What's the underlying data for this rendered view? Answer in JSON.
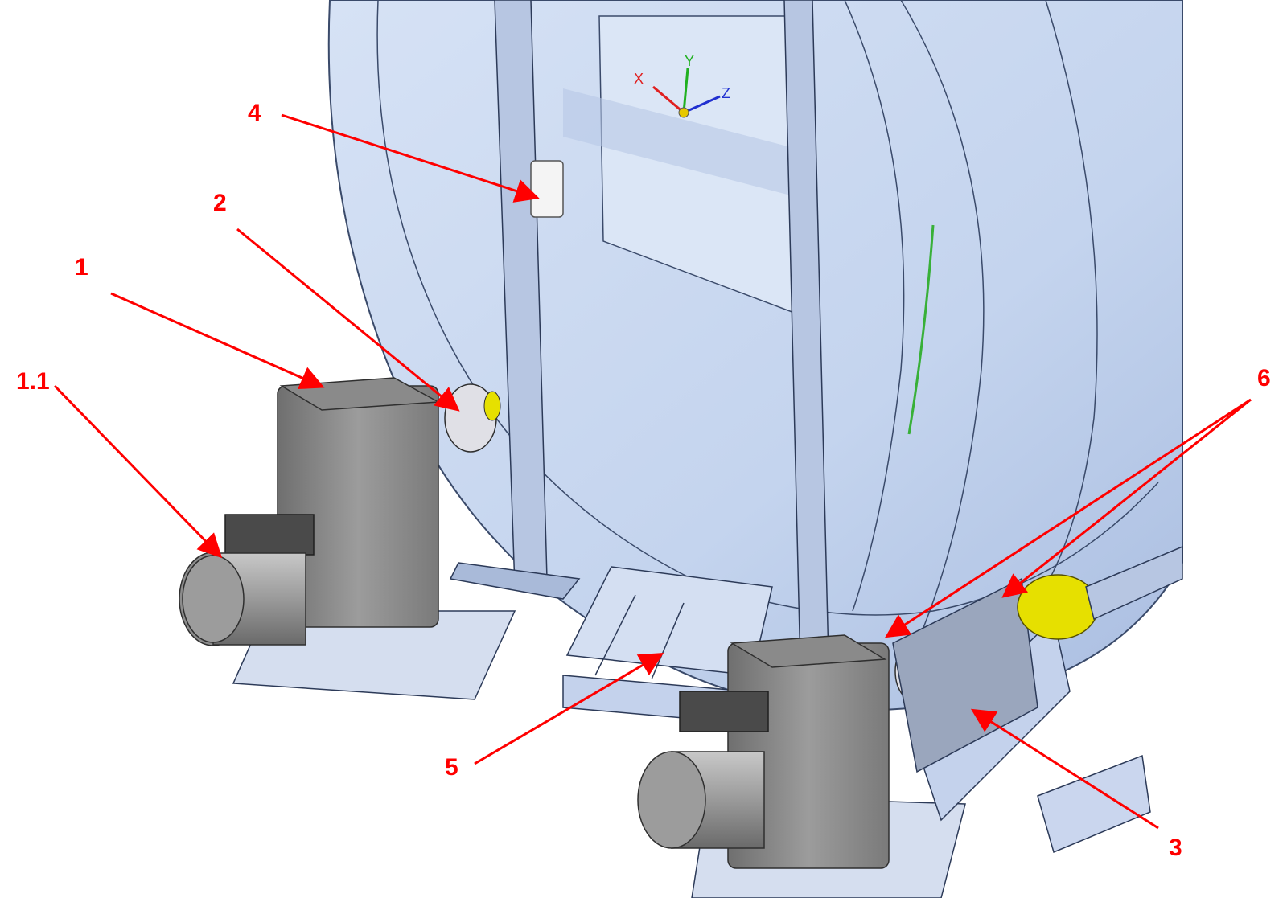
{
  "callouts": [
    {
      "id": "1",
      "label": "1"
    },
    {
      "id": "1.1",
      "label": "1.1"
    },
    {
      "id": "2",
      "label": "2"
    },
    {
      "id": "3",
      "label": "3"
    },
    {
      "id": "4",
      "label": "4"
    },
    {
      "id": "5",
      "label": "5"
    },
    {
      "id": "6",
      "label": "6"
    }
  ],
  "axis_triad": {
    "x": "X",
    "y": "Y",
    "z": "Z"
  },
  "colors": {
    "callout": "#ff0000",
    "housing": "#c9d8f0",
    "housing_dark": "#9fb3d6",
    "gear_unit": "#8e8e8e",
    "motor": "#a6a6a6",
    "coupling": "#e0e0e6",
    "yellow_fitting": "#e6e000",
    "axis_x": "#e02020",
    "axis_y": "#20b020",
    "axis_z": "#2030d0"
  }
}
